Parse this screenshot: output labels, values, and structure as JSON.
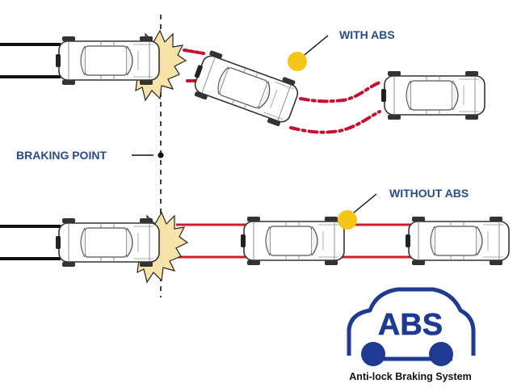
{
  "labels": {
    "with_abs": "WITH ABS",
    "without_abs": "WITHOUT ABS",
    "braking_point": "BRAKING POINT"
  },
  "logo": {
    "text": "ABS",
    "caption": "Anti-lock Braking System"
  },
  "colors": {
    "label_blue": "#2b4a8c",
    "logo_blue": "#1f3a93",
    "track_red": "#d11a2a",
    "skid_red": "#c8102e",
    "marker_yellow": "#f5c518",
    "impact_yellow": "#f7e3a8",
    "tire_black": "#111111"
  },
  "icons": {
    "car": "car-top-view-icon",
    "impact": "impact-burst-icon",
    "marker": "yellow-dot-marker-icon",
    "logo": "abs-car-logo-icon"
  }
}
